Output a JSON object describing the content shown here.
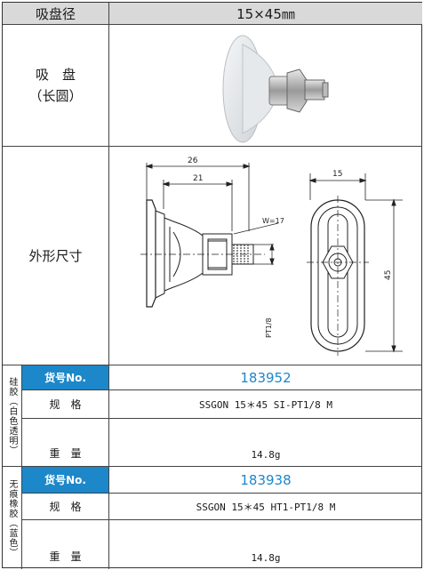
{
  "header": {
    "label": "吸盘径",
    "value": "15×45㎜"
  },
  "product_row": {
    "label_line1": "吸　盘",
    "label_line2": "（长圆）"
  },
  "dimension_row": {
    "label": "外形尺寸",
    "side_dims": {
      "overall": "26",
      "inner": "21",
      "hex": "W=17",
      "thread": "PT1/8"
    },
    "top_dims": {
      "width": "15",
      "length": "45"
    }
  },
  "silicone": {
    "material_label": "硅胶（白色透明）",
    "part_no_label": "货号No.",
    "part_no": "183952",
    "spec_label": "规　格",
    "spec": "SSGON 15＊45 SI-PT1/8 M",
    "weight_label": "重　量",
    "weight": "14.8g"
  },
  "nomark": {
    "material_label": "无痕橡胶（蓝色）",
    "part_no_label": "货号No.",
    "part_no": "183938",
    "spec_label": "规　格",
    "spec": "SSGON 15＊45 HT1-PT1/8 M",
    "weight_label": "重　量",
    "weight": "14.8g"
  },
  "colors": {
    "accent": "#1c87c9",
    "header_bg": "#d9d9d9"
  }
}
